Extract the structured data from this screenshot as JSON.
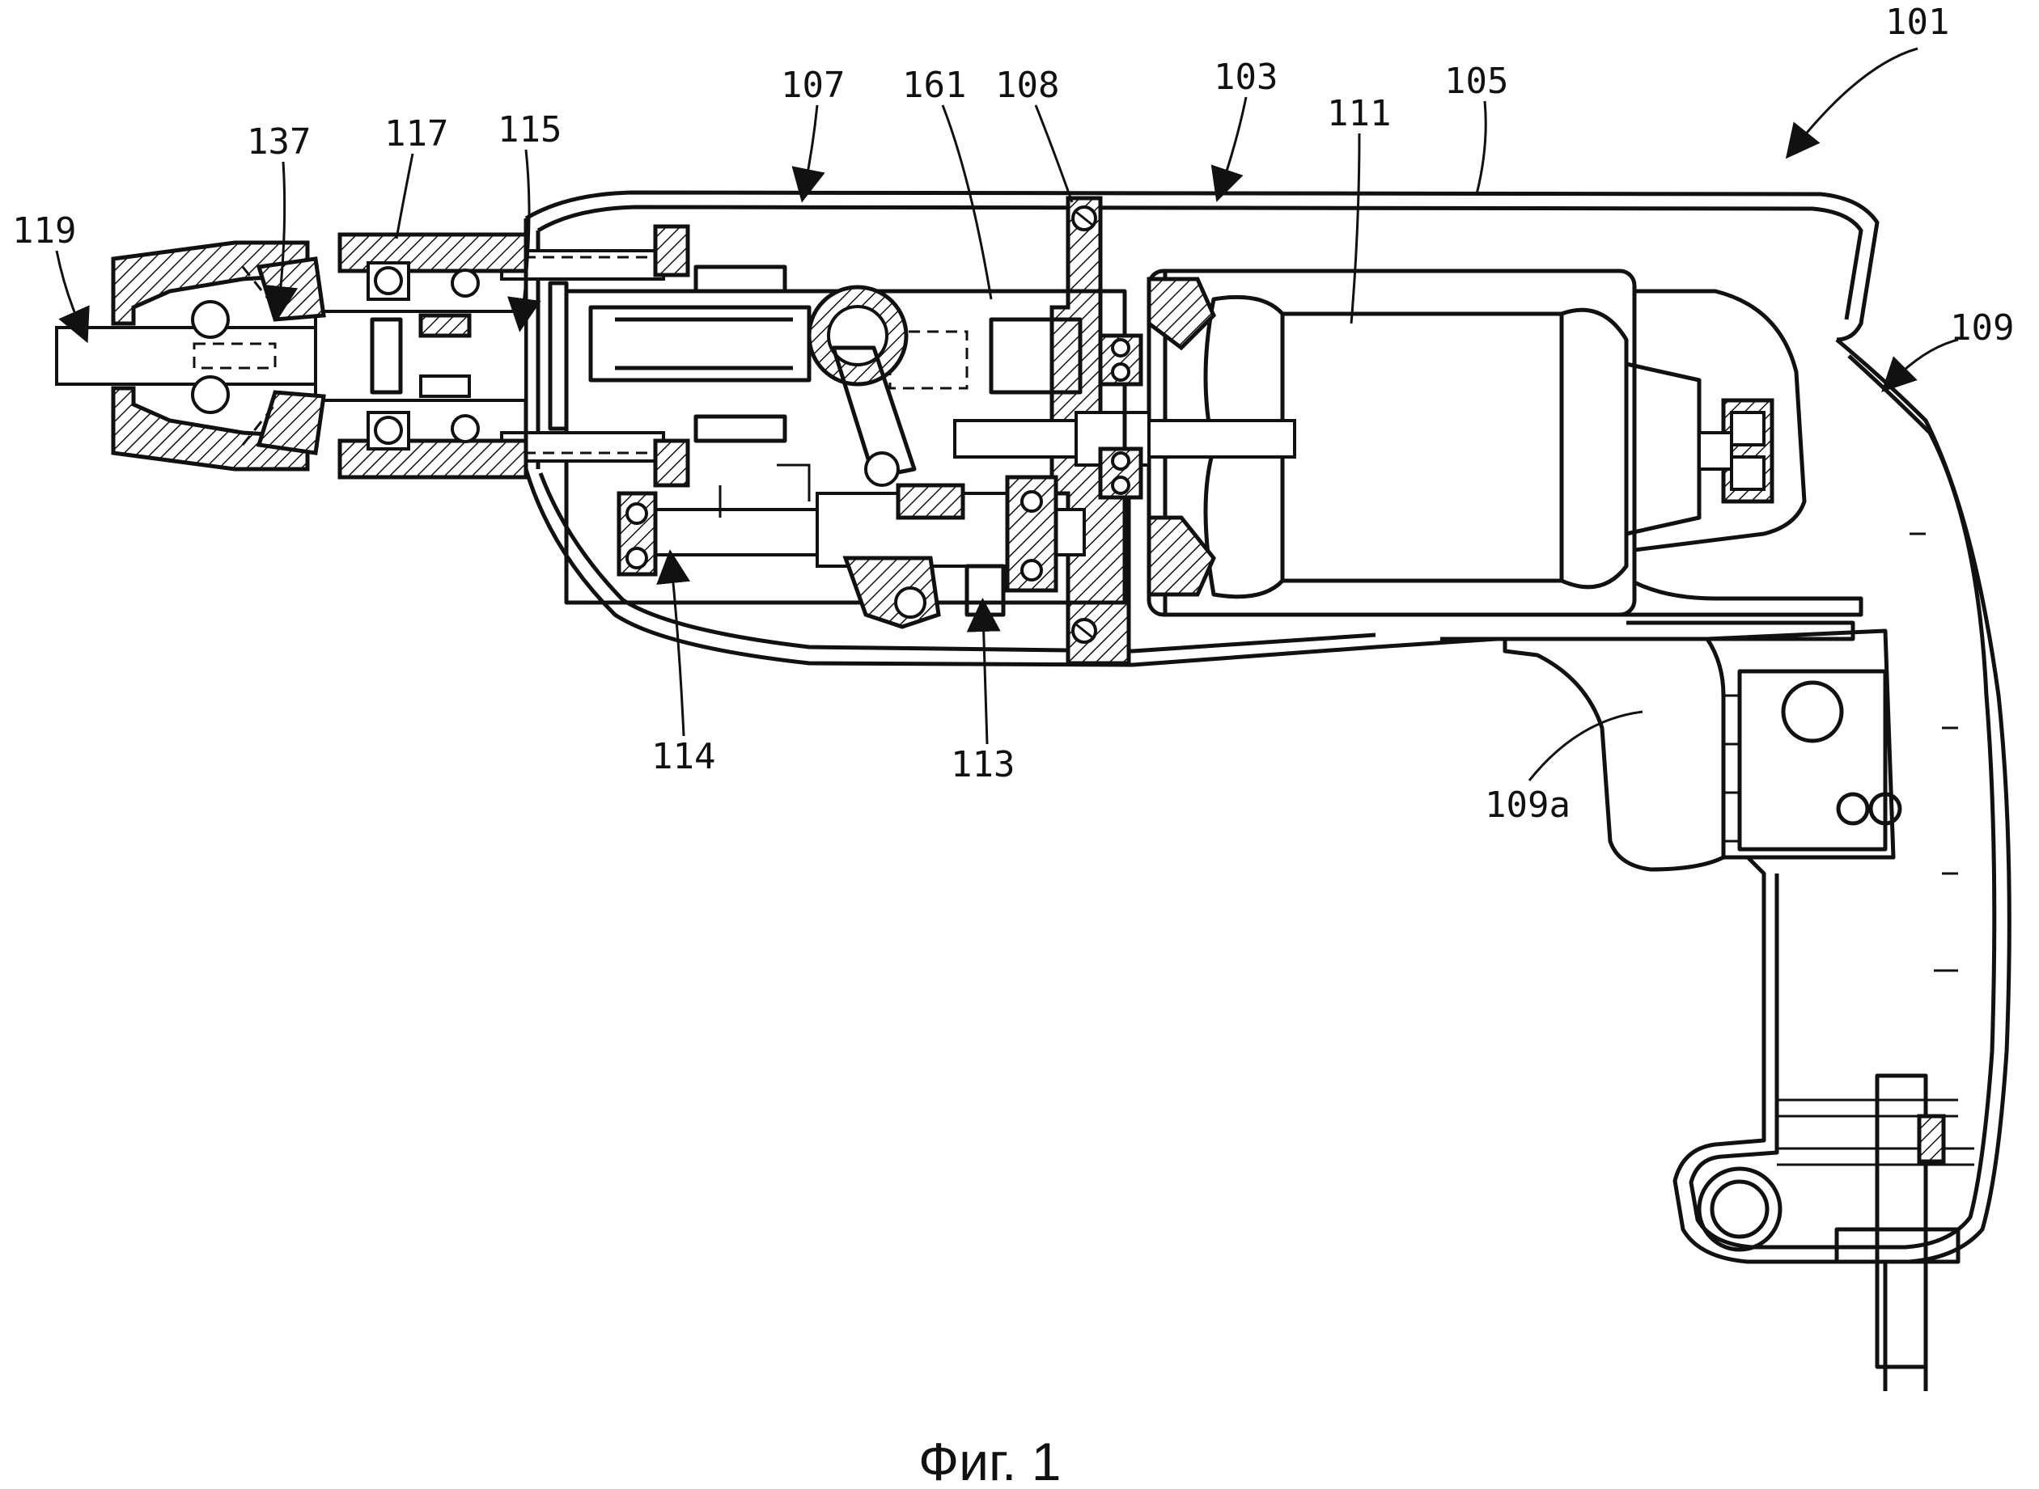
{
  "figure": {
    "caption": "Фиг. 1",
    "labels": {
      "l101": "101",
      "l103": "103",
      "l105": "105",
      "l107": "107",
      "l108": "108",
      "l109": "109",
      "l109a": "109a",
      "l111": "111",
      "l113": "113",
      "l114": "114",
      "l115": "115",
      "l117": "117",
      "l119": "119",
      "l137": "137",
      "l161": "161"
    }
  }
}
